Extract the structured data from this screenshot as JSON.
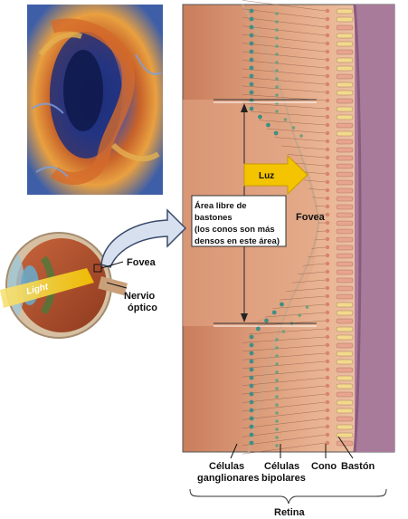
{
  "labels": {
    "light_eye": "Light",
    "fovea_eye": "Fovea",
    "optic_nerve_1": "Nervio",
    "optic_nerve_2": "óptico",
    "luz": "Luz",
    "fovea_main": "Fovea",
    "rodfree_1": "Área libre de",
    "rodfree_2": "bastones",
    "rodfree_3": "(los conos son más",
    "rodfree_4": "densos en este área)",
    "ganglion_1": "Células",
    "ganglion_2": "ganglionares",
    "bipolar_1": "Células",
    "bipolar_2": "bipolares",
    "cone": "Cono",
    "rod": "Bastón",
    "retina": "Retina"
  },
  "colors": {
    "tissue": "#e9b794",
    "tissue_dark": "#d4906e",
    "choroid": "#a97b9a",
    "cone": "#e9a48e",
    "rod": "#f2d98c",
    "ganglion_cell": "#3f8f84",
    "arrow_luz": "#f4c400",
    "eye_sclera": "#d7c0a2",
    "eye_inner": "#b85a33"
  }
}
